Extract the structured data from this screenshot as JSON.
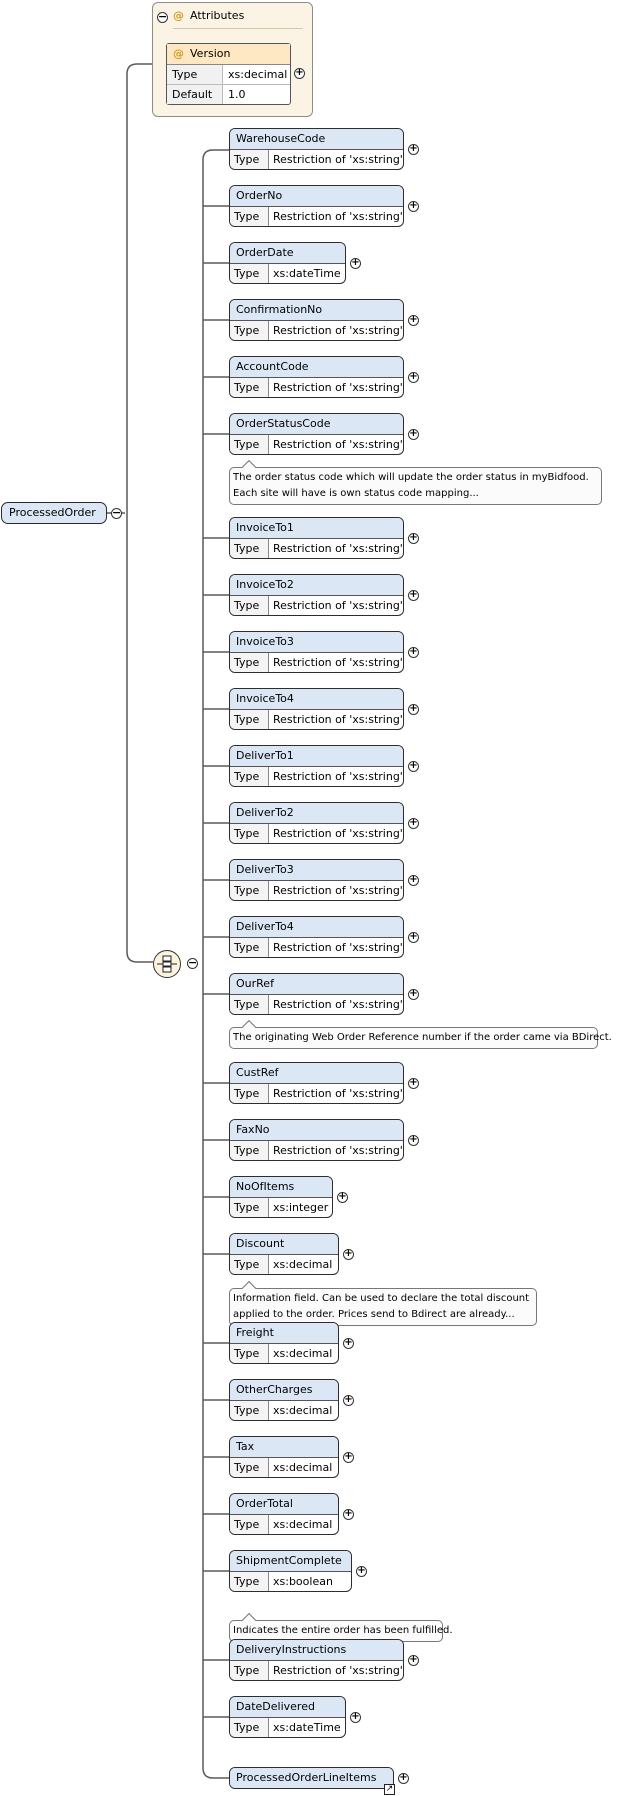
{
  "root": {
    "name": "ProcessedOrder"
  },
  "attributes": {
    "label": "Attributes",
    "at_symbol": "@",
    "version": {
      "name": "Version",
      "type_key": "Type",
      "type_value": "xs:decimal",
      "default_key": "Default",
      "default_value": "1.0"
    }
  },
  "type_key": "Type",
  "elements": [
    {
      "name": "WarehouseCode",
      "type": "Restriction of 'xs:string'"
    },
    {
      "name": "OrderNo",
      "type": "Restriction of 'xs:string'"
    },
    {
      "name": "OrderDate",
      "type": "xs:dateTime"
    },
    {
      "name": "ConfirmationNo",
      "type": "Restriction of 'xs:string'"
    },
    {
      "name": "AccountCode",
      "type": "Restriction of 'xs:string'"
    },
    {
      "name": "OrderStatusCode",
      "type": "Restriction of 'xs:string'",
      "annotation": [
        "The order status code which will update the order status in myBidfood.",
        "Each site will have is own status code mapping..."
      ]
    },
    {
      "name": "InvoiceTo1",
      "type": "Restriction of 'xs:string'"
    },
    {
      "name": "InvoiceTo2",
      "type": "Restriction of 'xs:string'"
    },
    {
      "name": "InvoiceTo3",
      "type": "Restriction of 'xs:string'"
    },
    {
      "name": "InvoiceTo4",
      "type": "Restriction of 'xs:string'"
    },
    {
      "name": "DeliverTo1",
      "type": "Restriction of 'xs:string'"
    },
    {
      "name": "DeliverTo2",
      "type": "Restriction of 'xs:string'"
    },
    {
      "name": "DeliverTo3",
      "type": "Restriction of 'xs:string'"
    },
    {
      "name": "DeliverTo4",
      "type": "Restriction of 'xs:string'"
    },
    {
      "name": "OurRef",
      "type": "Restriction of 'xs:string'",
      "annotation": [
        "The originating Web Order Reference number if the order came via BDirect."
      ]
    },
    {
      "name": "CustRef",
      "type": "Restriction of 'xs:string'"
    },
    {
      "name": "FaxNo",
      "type": "Restriction of 'xs:string'"
    },
    {
      "name": "NoOfItems",
      "type": "xs:integer"
    },
    {
      "name": "Discount",
      "type": "xs:decimal",
      "annotation": [
        "Information field. Can be used to declare the total discount",
        "applied to the order. Prices send to Bdirect are already..."
      ]
    },
    {
      "name": "Freight",
      "type": "xs:decimal"
    },
    {
      "name": "OtherCharges",
      "type": "xs:decimal"
    },
    {
      "name": "Tax",
      "type": "xs:decimal"
    },
    {
      "name": "OrderTotal",
      "type": "xs:decimal"
    },
    {
      "name": "ShipmentComplete",
      "type": "xs:boolean",
      "annotation": [
        "Indicates the entire order has been fulfilled."
      ]
    },
    {
      "name": "DeliveryInstructions",
      "type": "Restriction of 'xs:string'"
    },
    {
      "name": "DateDelivered",
      "type": "xs:dateTime"
    },
    {
      "name": "ProcessedOrderLineItems"
    }
  ]
}
